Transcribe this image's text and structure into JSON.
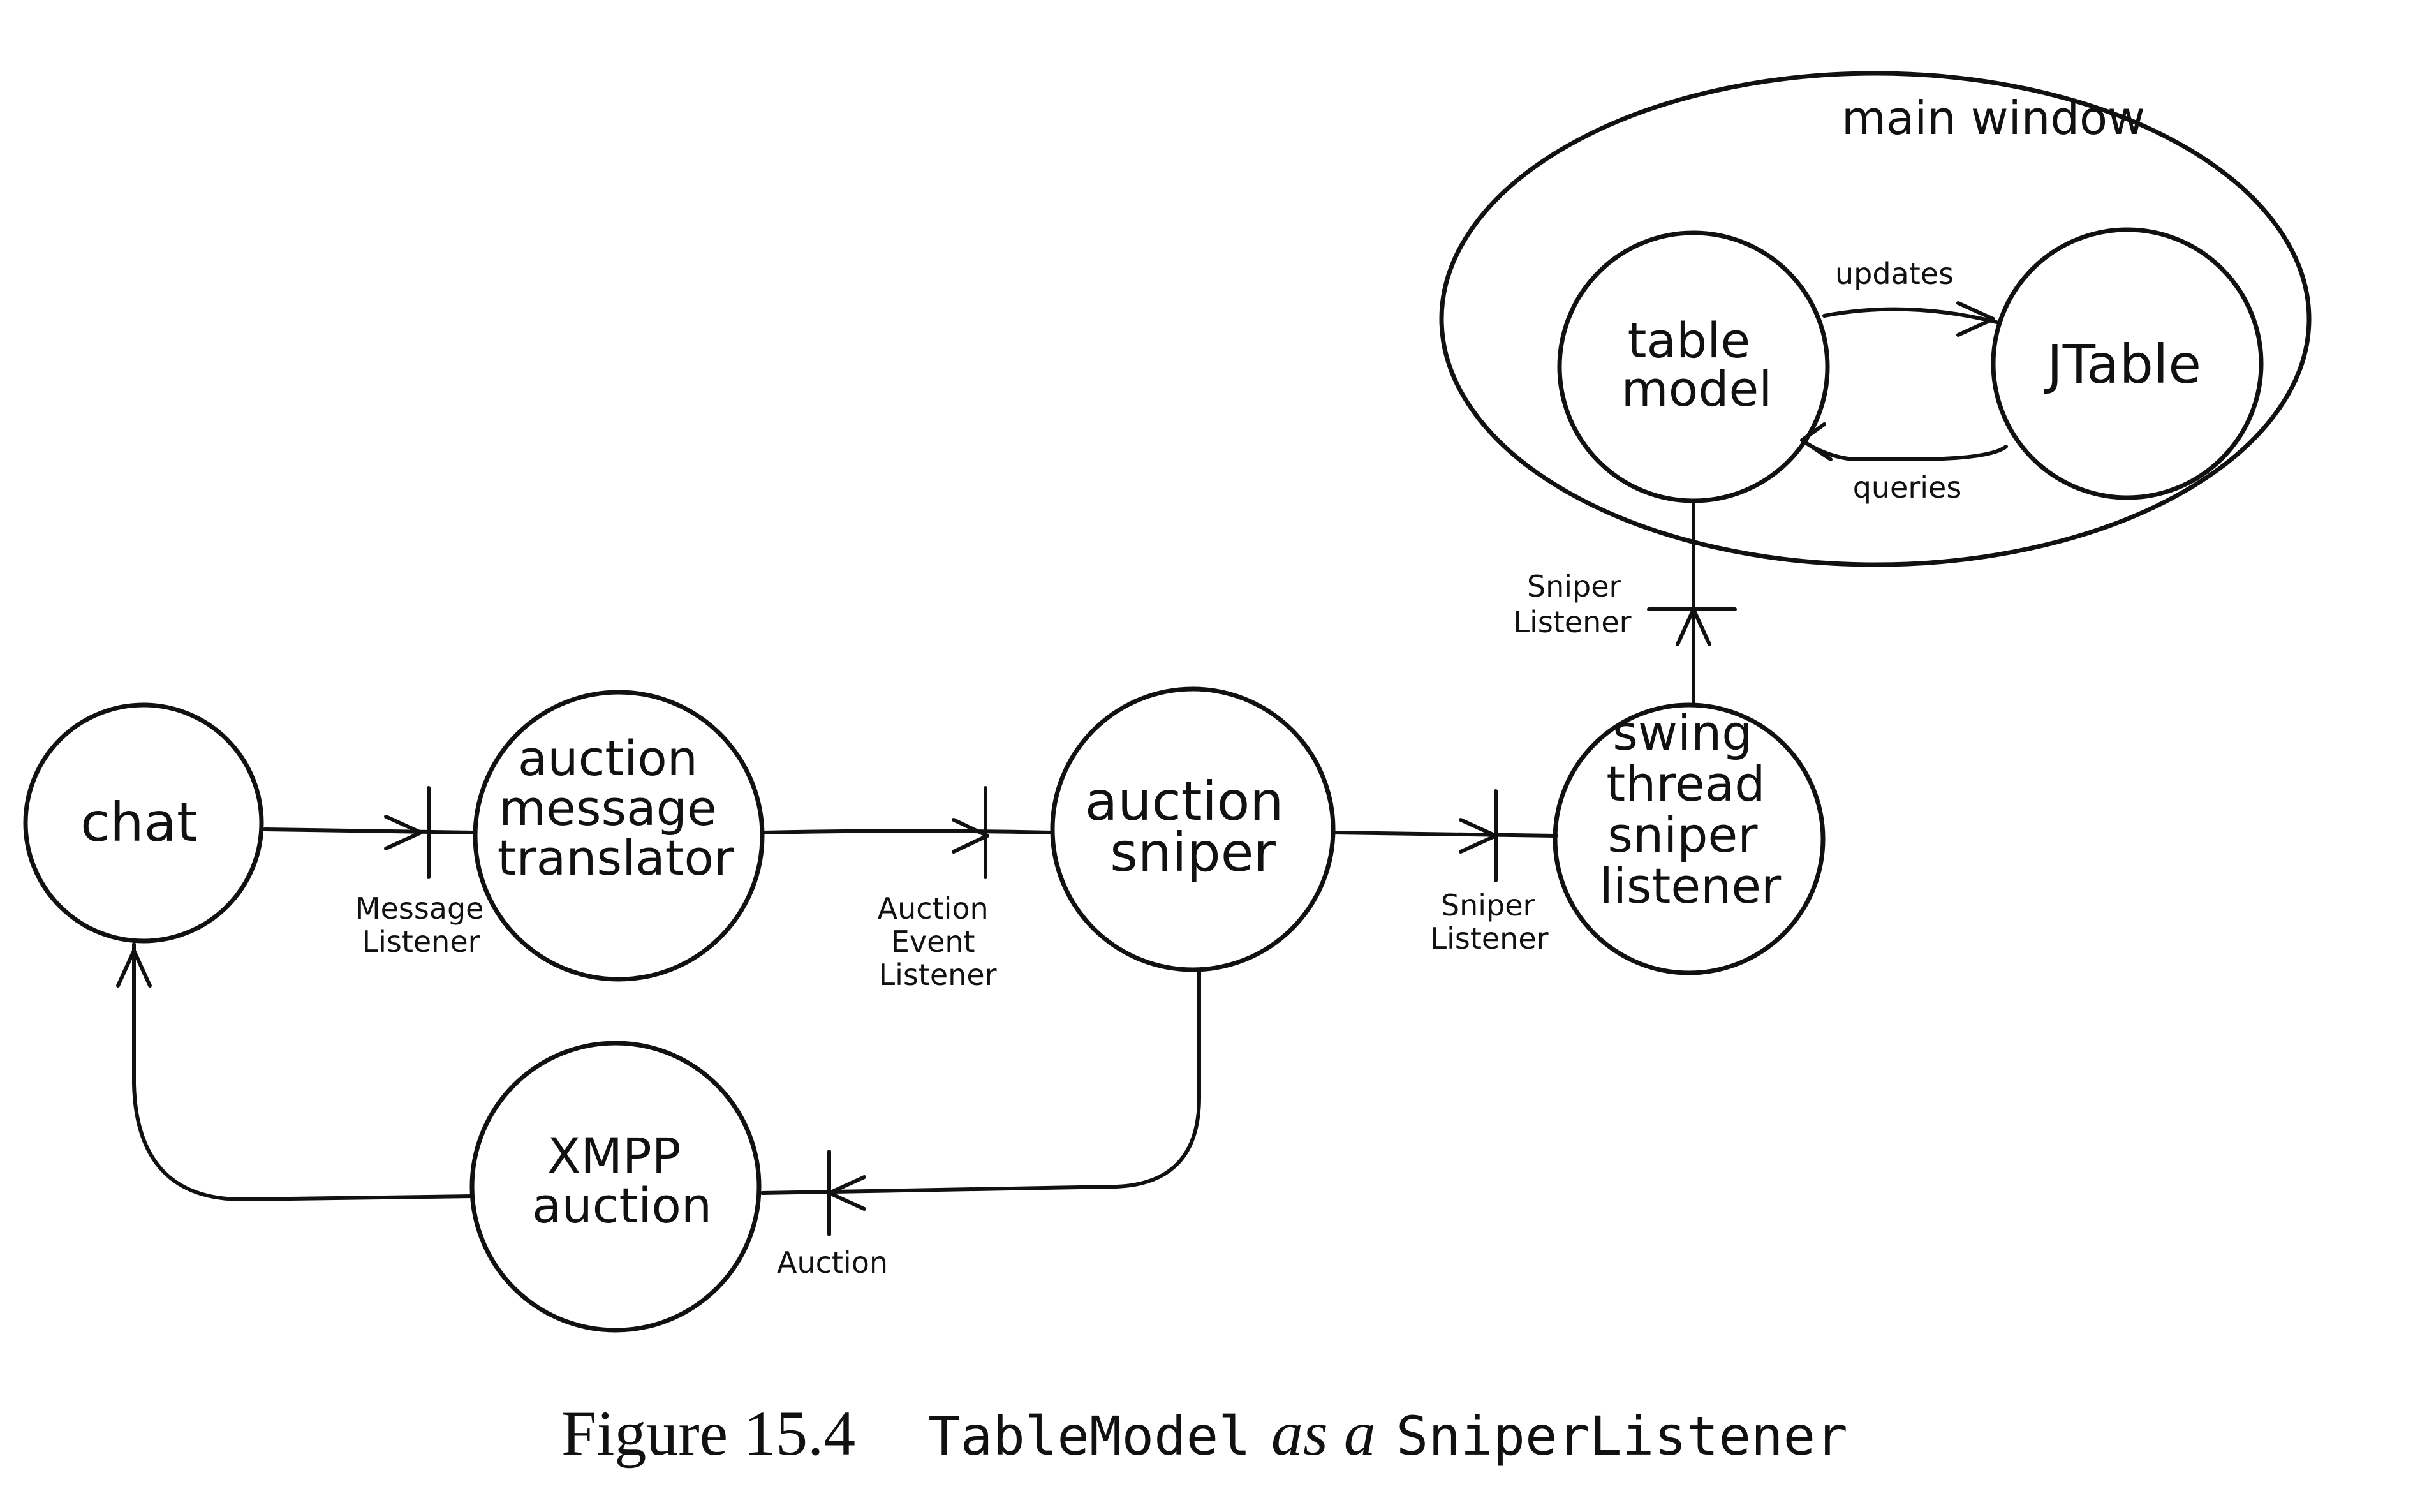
{
  "container": {
    "title": "main window"
  },
  "nodes": {
    "chat": [
      "chat"
    ],
    "amt": [
      "auction",
      "message",
      "translator"
    ],
    "sniper": [
      "auction",
      "sniper"
    ],
    "xmpp": [
      "XMPP",
      "auction"
    ],
    "swing": [
      "swing",
      "thread",
      "sniper",
      "listener"
    ],
    "tablemodel": [
      "table",
      "model"
    ],
    "jtable": [
      "JTable"
    ]
  },
  "ports": {
    "message_listener": [
      "Message",
      "Listener"
    ],
    "auction_event_listener": [
      "Auction",
      "Event",
      "Listener"
    ],
    "sniper_listener_1": [
      "Sniper",
      "Listener"
    ],
    "sniper_listener_2": [
      "Sniper",
      "Listener"
    ],
    "auction": [
      "Auction"
    ]
  },
  "edge_labels": {
    "updates": "updates",
    "queries": "queries"
  },
  "caption": {
    "figure": "Figure 15.4",
    "tablemodel": "TableModel",
    "as_a": "as a",
    "sniperlistener": "SniperListener"
  }
}
